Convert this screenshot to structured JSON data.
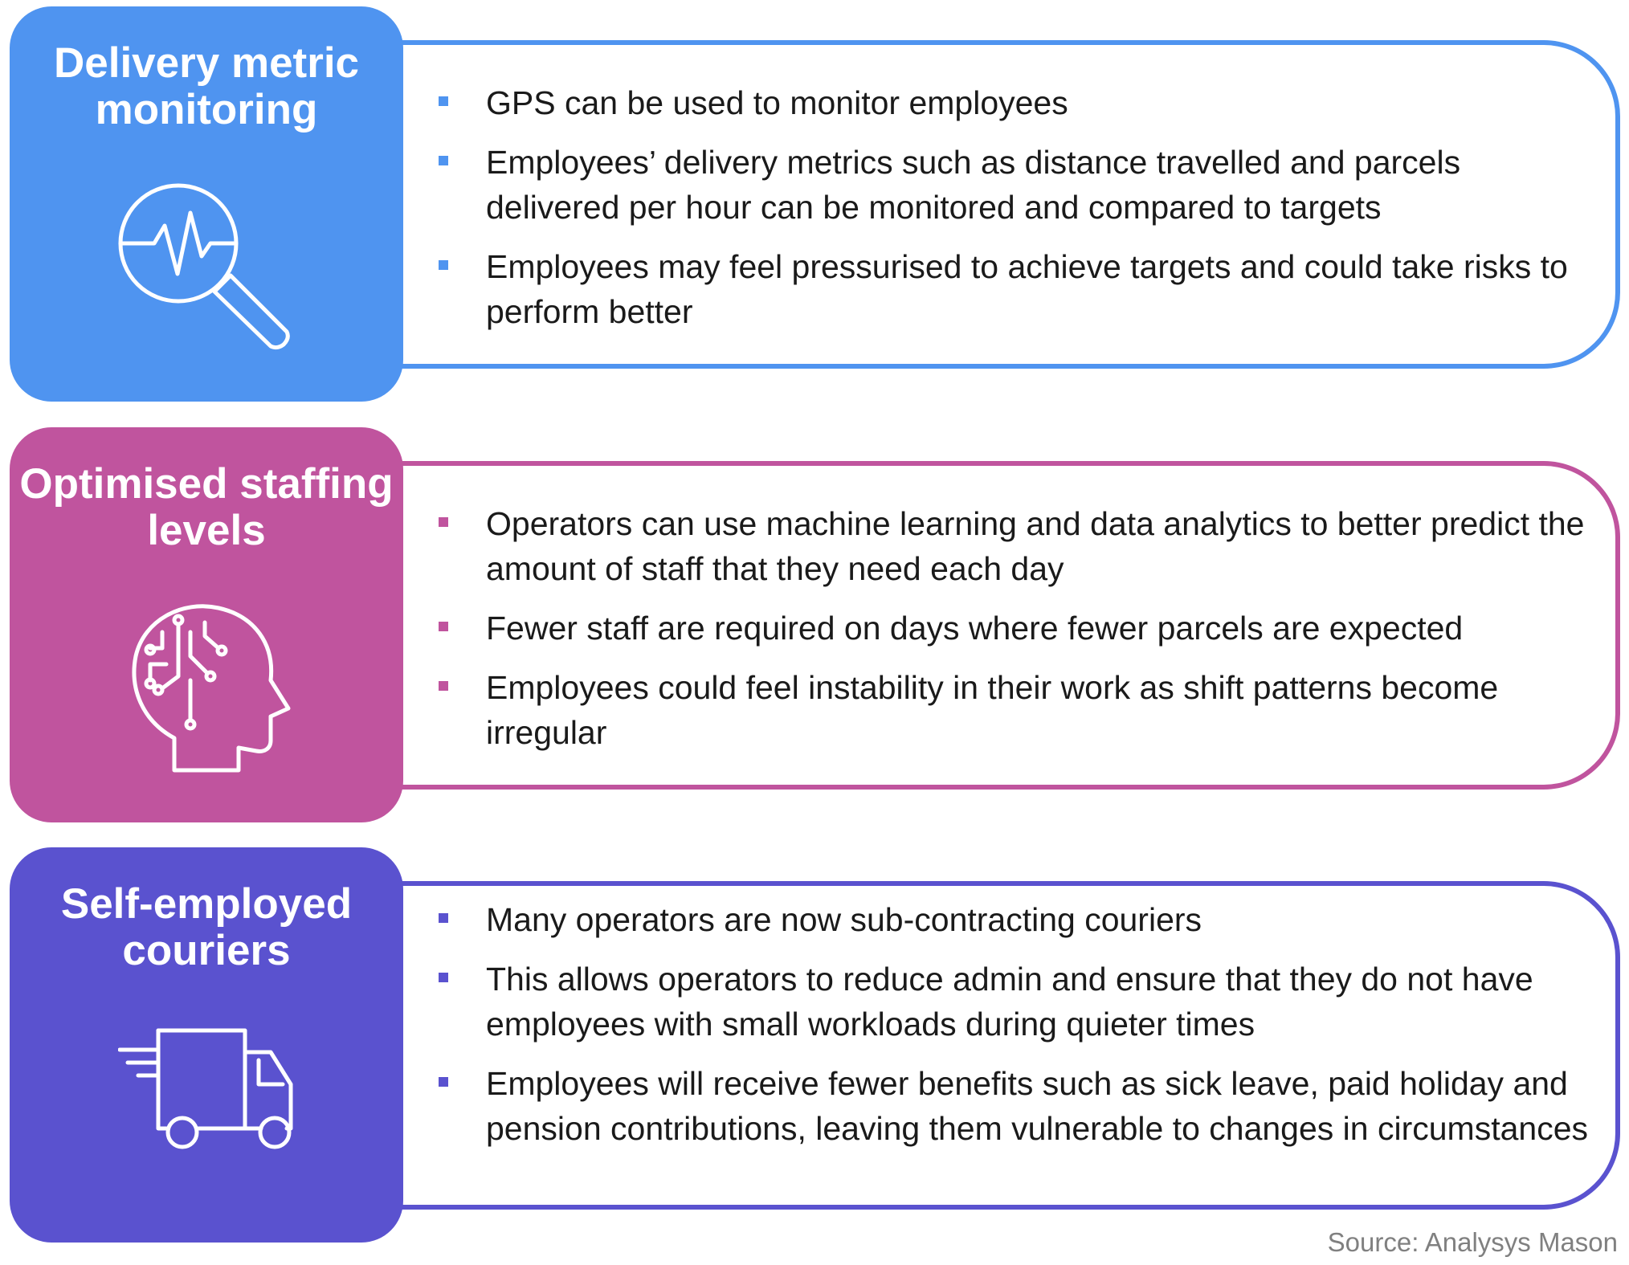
{
  "colors": {
    "blue": "#4f94f0",
    "magenta": "#c0549e",
    "purple": "#5a52cf",
    "text": "#1a1a1a",
    "source": "#808080"
  },
  "rows": [
    {
      "title": "Delivery metric monitoring",
      "icon": "magnifier-pulse-icon",
      "bullets": [
        "GPS can be used to monitor employees",
        "Employees’ delivery metrics such as distance travelled and parcels delivered per hour can be monitored and compared to targets",
        "Employees may feel pressurised to achieve targets and could take risks to perform better"
      ]
    },
    {
      "title": "Optimised staffing levels",
      "icon": "ai-head-icon",
      "bullets": [
        "Operators can use machine learning and data analytics to better predict the amount of staff that they need each day",
        "Fewer staff are required on days where fewer parcels are expected",
        "Employees could feel instability in their work as shift patterns become irregular"
      ]
    },
    {
      "title": "Self-employed couriers",
      "icon": "delivery-truck-icon",
      "bullets": [
        "Many operators are now sub-contracting couriers",
        "This allows operators to reduce admin and ensure that they do not have employees with small workloads during quieter times",
        "Employees will receive fewer benefits such as sick leave, paid holiday and pension contributions, leaving them vulnerable to changes in circumstances"
      ]
    }
  ],
  "source": "Source: Analysys Mason"
}
